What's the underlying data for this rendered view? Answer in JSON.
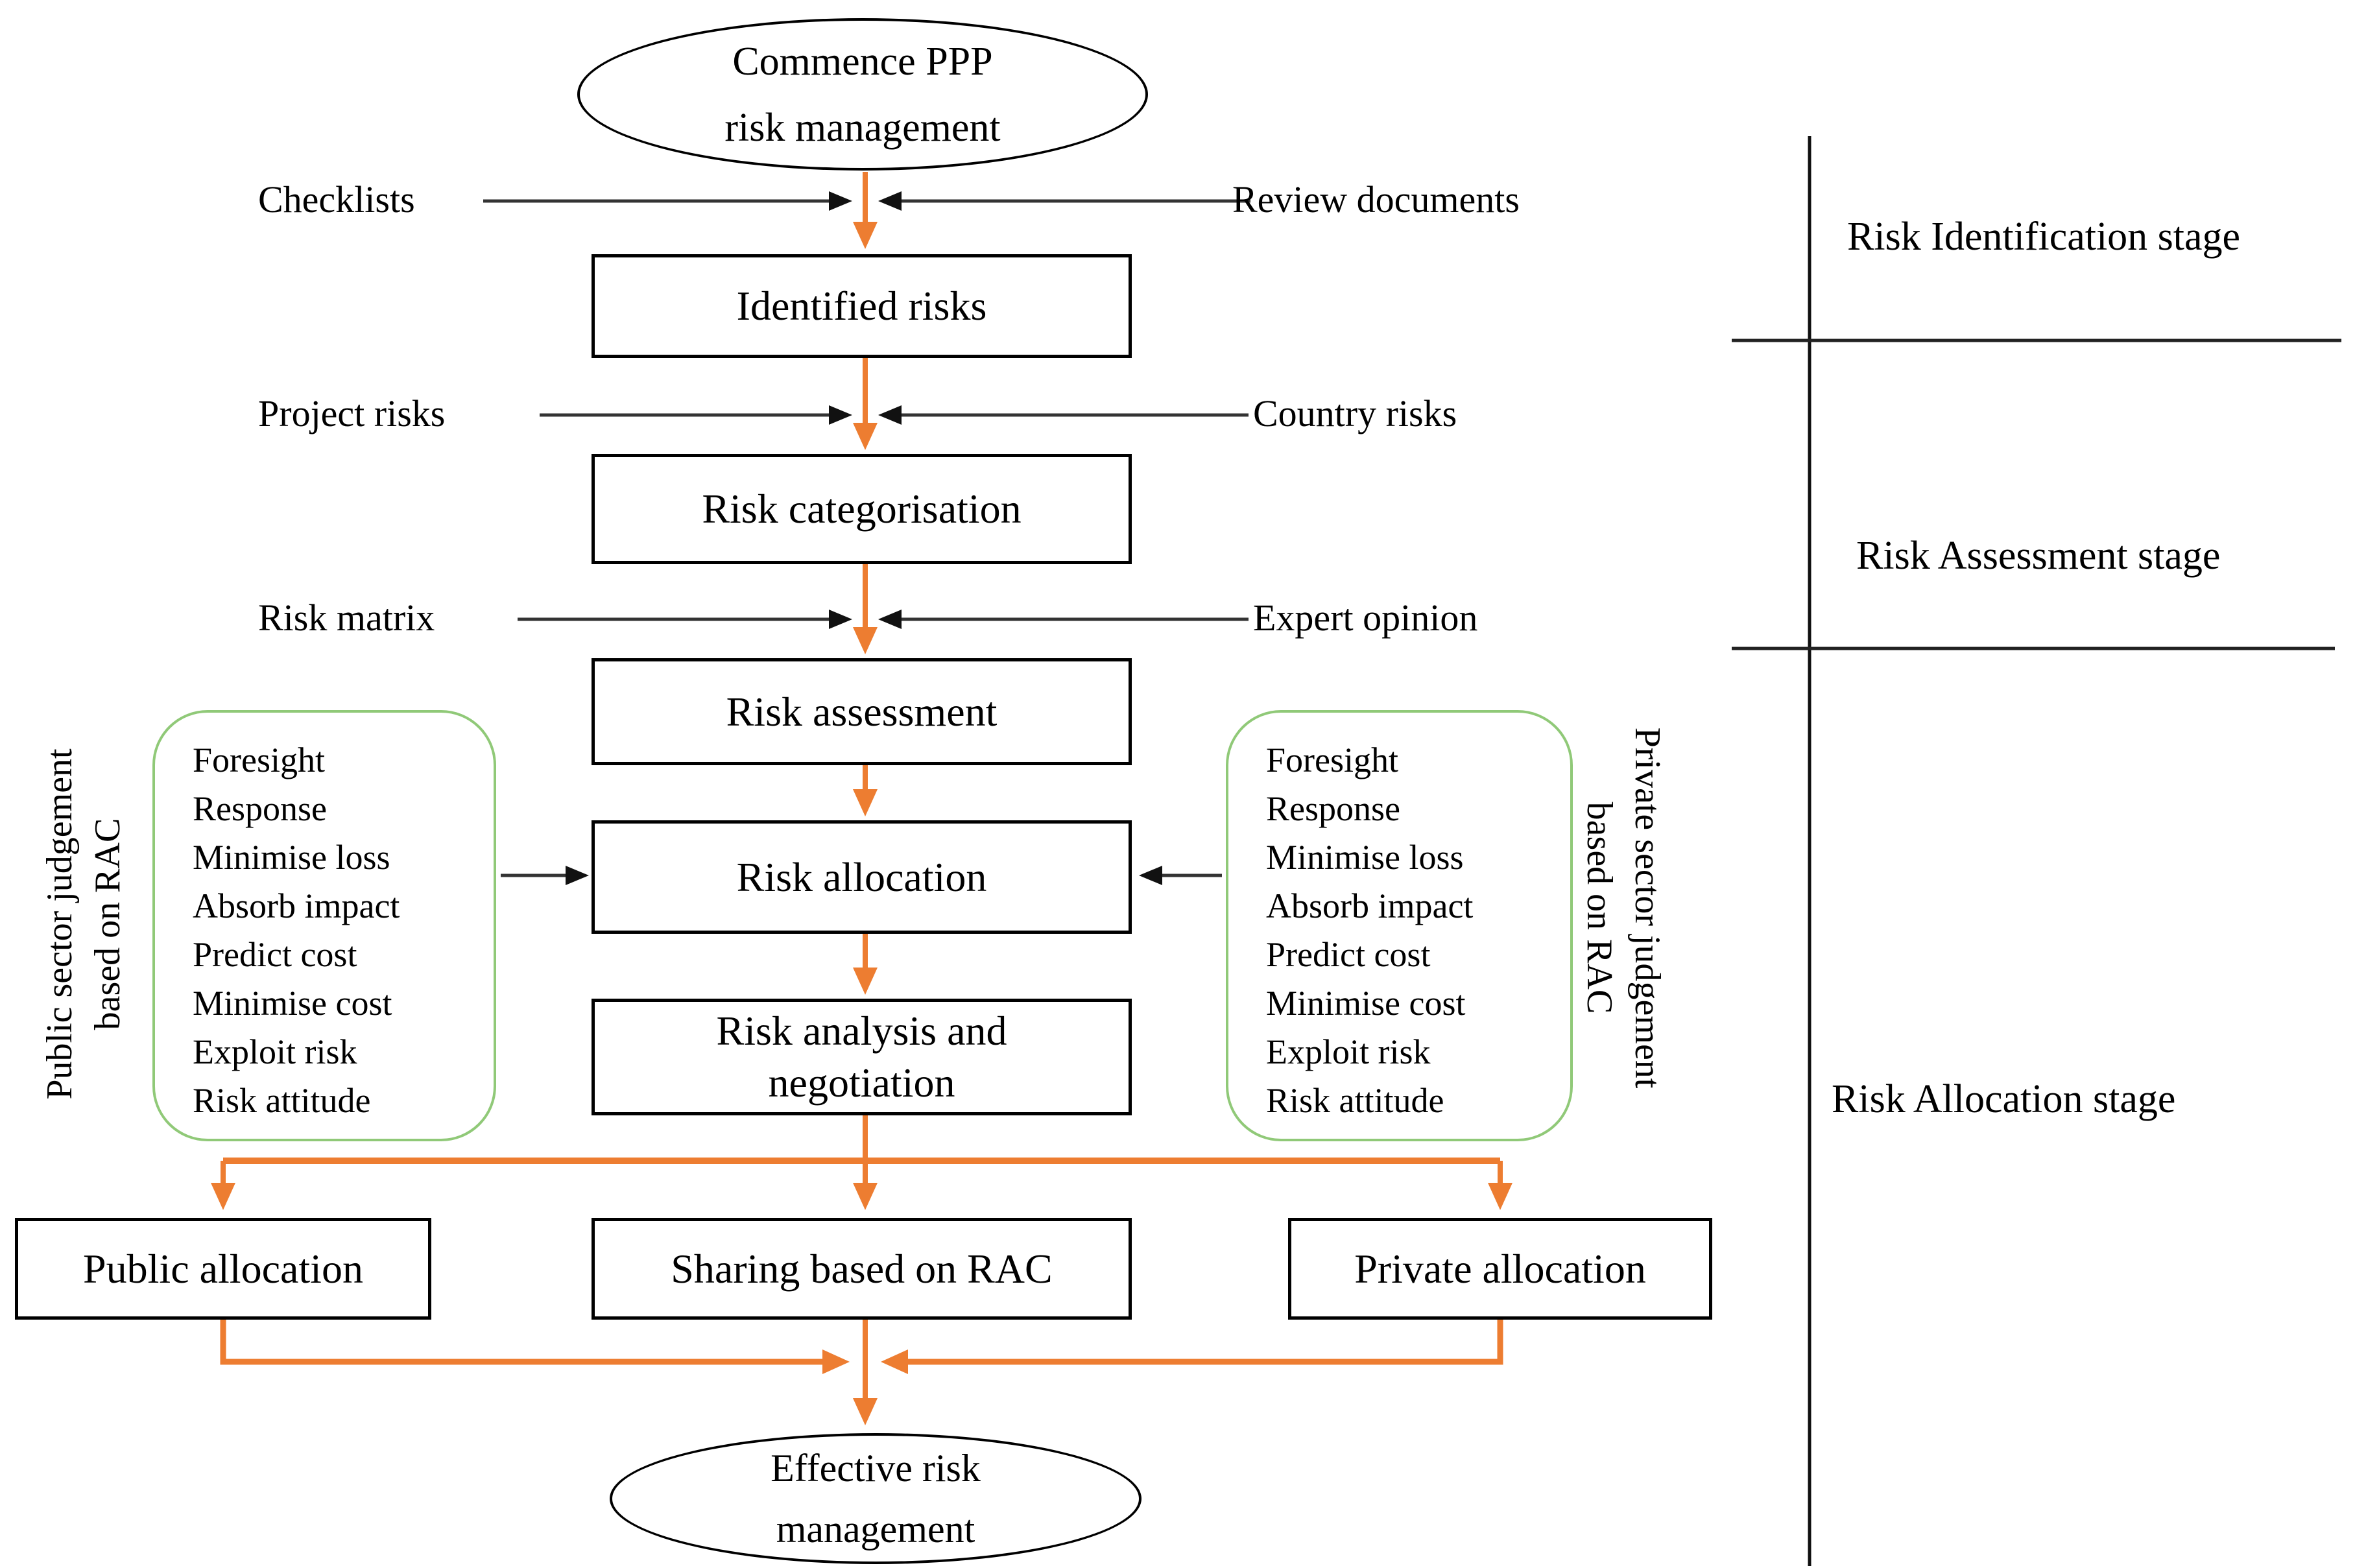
{
  "colors": {
    "orange": "#ED7D31",
    "green": "#90C978",
    "black": "#000000"
  },
  "nodes": {
    "start": {
      "line1": "Commence PPP",
      "line2": "risk management"
    },
    "identified": {
      "label": "Identified risks"
    },
    "categorisation": {
      "label": "Risk categorisation"
    },
    "assessment": {
      "label": "Risk assessment"
    },
    "allocation": {
      "label": "Risk allocation"
    },
    "analysis": {
      "line1": "Risk analysis and",
      "line2": "negotiation"
    },
    "public_outcome": {
      "label": "Public allocation"
    },
    "sharing_outcome": {
      "label": "Sharing based on RAC"
    },
    "private_outcome": {
      "label": "Private allocation"
    },
    "end": {
      "line1": "Effective risk",
      "line2": "management"
    }
  },
  "inputs": {
    "checklists": "Checklists",
    "review_documents": "Review documents",
    "project_risks": "Project risks",
    "country_risks": "Country risks",
    "risk_matrix": "Risk matrix",
    "expert_opinion": "Expert opinion"
  },
  "factors": [
    "Foresight",
    "Response",
    "Minimise loss",
    "Absorb impact",
    "Predict cost",
    "Minimise cost",
    "Exploit risk",
    "Risk attitude"
  ],
  "side_labels": {
    "public": {
      "line1": "Public sector judgement",
      "line2": "based on RAC"
    },
    "private": {
      "line1": "Private sector judgement",
      "line2": "based on RAC"
    }
  },
  "stages": {
    "identification": "Risk Identification stage",
    "assessment": "Risk Assessment stage",
    "allocation": "Risk Allocation stage"
  }
}
